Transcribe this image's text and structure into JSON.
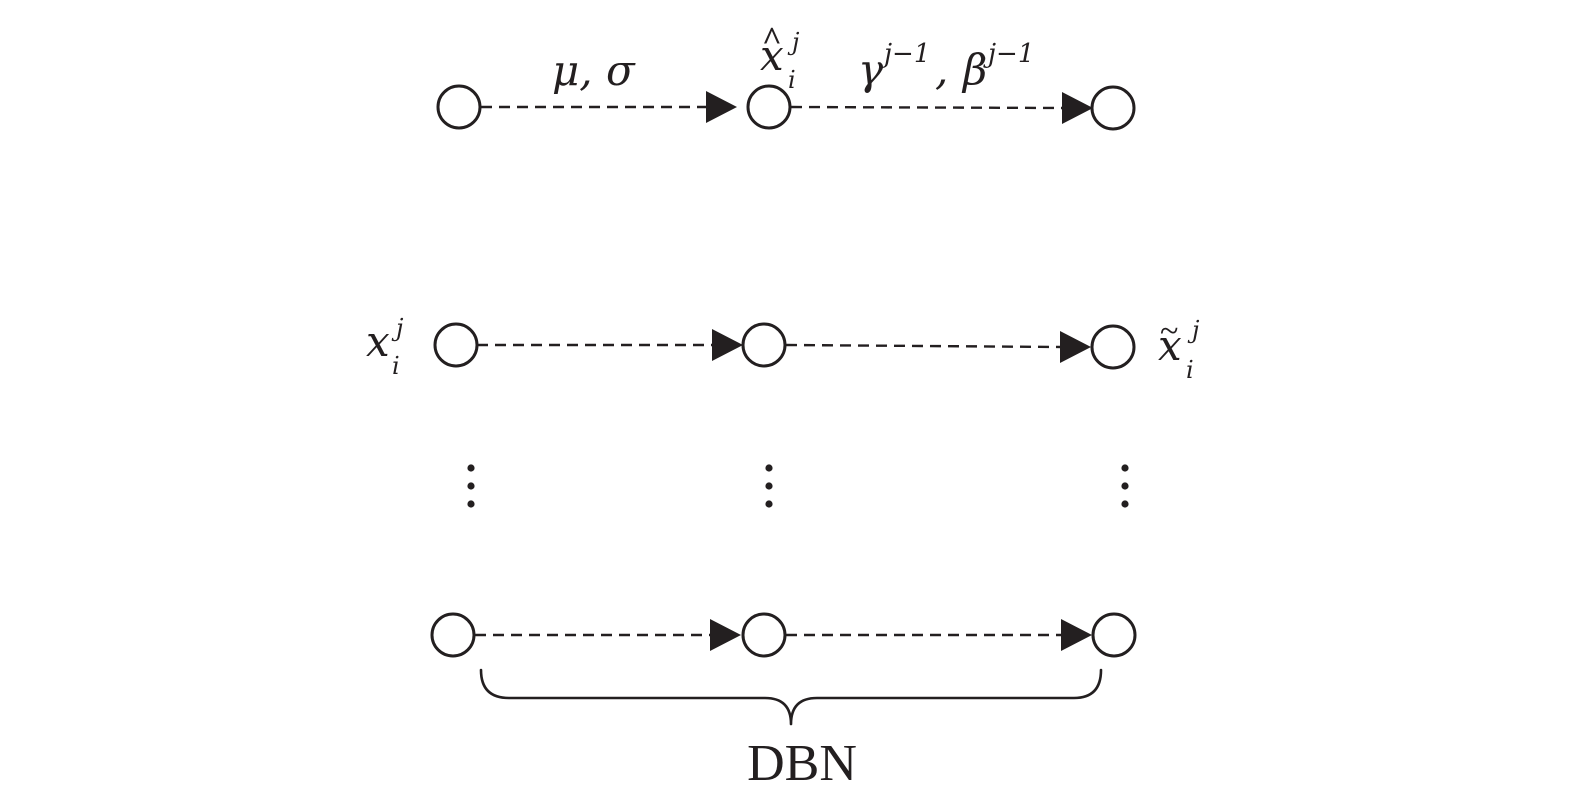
{
  "diagram": {
    "top_edge_labels": {
      "first": {
        "main": "μ, σ"
      },
      "second": {
        "gamma": "γ",
        "gamma_sup": "j−1",
        "comma": ",",
        "beta": "β",
        "beta_sup": "j−1"
      }
    },
    "node_labels": {
      "normalized": {
        "base": "x",
        "hat": "^",
        "sup": "j",
        "sub": "i"
      },
      "input": {
        "base": "x",
        "sup": "j",
        "sub": "i"
      },
      "output": {
        "base": "x",
        "tilde": "~",
        "sup": "j",
        "sub": "i"
      }
    },
    "brace_label": "DBN",
    "colors": {
      "ink": "#231f20",
      "background": "#ffffff"
    }
  }
}
